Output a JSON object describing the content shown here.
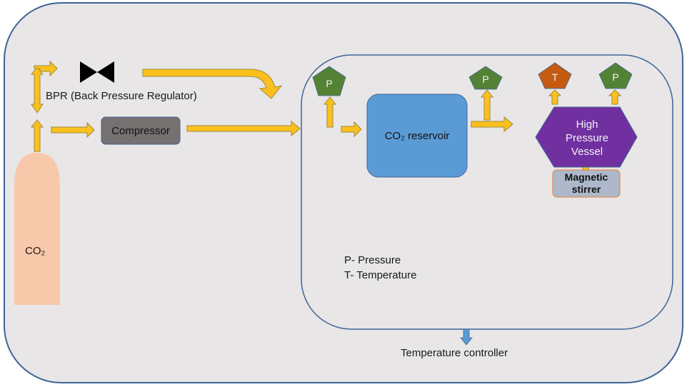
{
  "diagram": {
    "colors": {
      "background": "#e8e6e6",
      "outline": "#3f6496",
      "arrow_fill": "#fcc01c",
      "arrow_stroke": "#9e8a3c",
      "cylinder": "#f8c8aa",
      "compressor": "#767171",
      "reservoir": "#5b9bd5",
      "vessel": "#7030a0",
      "stirrer": "#adb9ca",
      "pressure_sensor": "#548235",
      "temperature_sensor": "#c55a11",
      "controller_arrow": "#5b9bd5"
    },
    "cylinder": {
      "label": "CO₂"
    },
    "bpr": {
      "label": "BPR (Back Pressure Regulator)"
    },
    "compressor": {
      "label": "Compressor"
    },
    "reservoir": {
      "label": "CO₂ reservoir"
    },
    "vessel": {
      "line1": "High",
      "line2": "Pressure",
      "line3": "Vessel"
    },
    "stirrer": {
      "line1": "Magnetic",
      "line2": "stirrer"
    },
    "sensors": {
      "pressure": "P",
      "temperature": "T"
    },
    "legend": {
      "pressure": "P- Pressure",
      "temperature": "T- Temperature"
    },
    "controller": {
      "label": "Temperature controller"
    }
  }
}
